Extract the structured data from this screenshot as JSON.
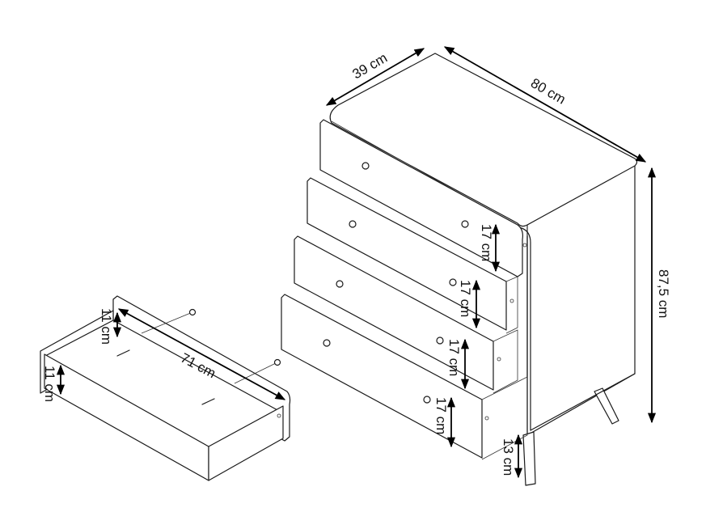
{
  "diagram": {
    "subject": "Chest of 4 drawers with detached drawer",
    "dimensions": {
      "depth": "39 cm",
      "width": "80 cm",
      "height": "87,5 cm",
      "drawer_height_1": "17 cm",
      "drawer_height_2": "17 cm",
      "drawer_height_3": "17 cm",
      "drawer_height_4": "17 cm",
      "leg_height": "13 cm",
      "drawer_inner_length": "71 cm",
      "drawer_side_height": "11 cm",
      "drawer_front_height": "11 cm"
    },
    "colors": {
      "line": "#1a1a1a",
      "background": "#ffffff"
    }
  }
}
